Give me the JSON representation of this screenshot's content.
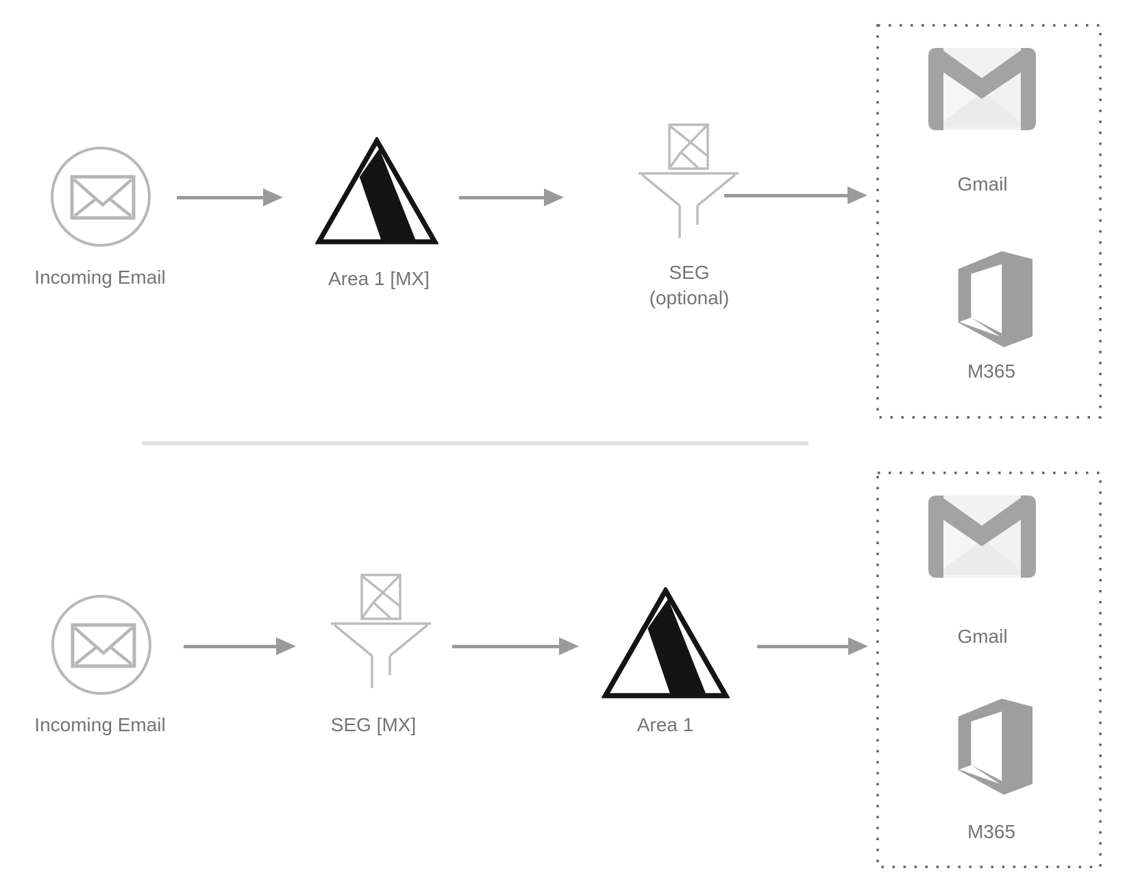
{
  "colors": {
    "text": "#747474",
    "arrow": "#9a9a9a",
    "outline_gray": "#b7b7b7",
    "logo_black": "#141414",
    "brand_gray": "#a3a3a3",
    "dotted_border": "#606060",
    "divider": "#e1e1e1"
  },
  "top_flow": {
    "source": {
      "label": "Incoming Email",
      "icon": "incoming-email-icon"
    },
    "step1": {
      "label": "Area 1 [MX]",
      "icon": "area1-logo"
    },
    "step2": {
      "label": "SEG",
      "sublabel": "(optional)",
      "icon": "seg-funnel-icon"
    },
    "destinations": [
      {
        "label": "Gmail",
        "icon": "gmail-icon"
      },
      {
        "label": "M365",
        "icon": "m365-icon"
      }
    ]
  },
  "bottom_flow": {
    "source": {
      "label": "Incoming Email",
      "icon": "incoming-email-icon"
    },
    "step1": {
      "label": "SEG [MX]",
      "icon": "seg-funnel-icon"
    },
    "step2": {
      "label": "Area 1",
      "icon": "area1-logo"
    },
    "destinations": [
      {
        "label": "Gmail",
        "icon": "gmail-icon"
      },
      {
        "label": "M365",
        "icon": "m365-icon"
      }
    ]
  }
}
